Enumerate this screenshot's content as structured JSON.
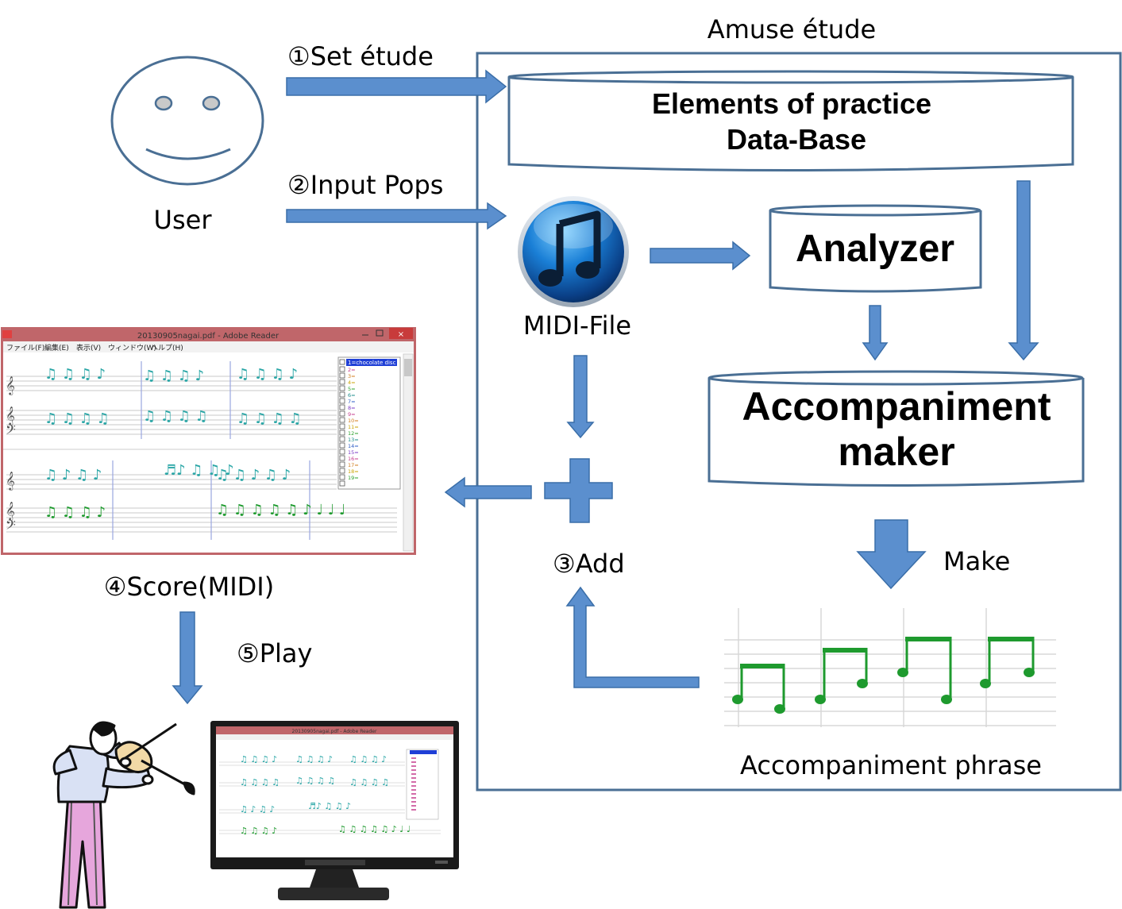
{
  "system_title": "Amuse étude",
  "user_label": "User",
  "steps": {
    "set_etude": "①Set étude",
    "input_pops": "②Input Pops",
    "add": "③Add",
    "score": "④Score(MIDI)",
    "play": "⑤Play"
  },
  "database": {
    "line1": "Elements of practice",
    "line2": "Data-Base"
  },
  "midi_label": "MIDI-File",
  "analyzer_label": "Analyzer",
  "accompaniment_maker": {
    "line1": "Accompaniment",
    "line2": "maker"
  },
  "make_label": "Make",
  "phrase_label": "Accompaniment phrase",
  "reader_window": {
    "title": "20130905nagai.pdf - Adobe Reader",
    "menu": [
      "ファイル(F)",
      "編集(E)",
      "表示(V)",
      "ウィンドウ(W)",
      "ヘルプ(H)"
    ],
    "list_selected": "1=chocolate disc",
    "list_items": [
      "2=",
      "3=",
      "4=",
      "5=",
      "6=",
      "7=",
      "8=",
      "9=",
      "10=",
      "11=",
      "12=",
      "13=",
      "14=",
      "15=",
      "16=",
      "17=",
      "18=",
      "19="
    ]
  },
  "monitor_title": "20130905nagai.pdf - Adobe Reader",
  "colors": {
    "arrow": "#5b8fce",
    "arrow_stroke": "#3a6ea8",
    "box_border": "#4a6f94",
    "note_green": "#1e9a2e",
    "note_teal": "#1a9a9a",
    "window_title": "#c0666a"
  },
  "icons": [
    "smiley-face-icon",
    "music-note-icon",
    "violinist-icon",
    "monitor-icon"
  ]
}
